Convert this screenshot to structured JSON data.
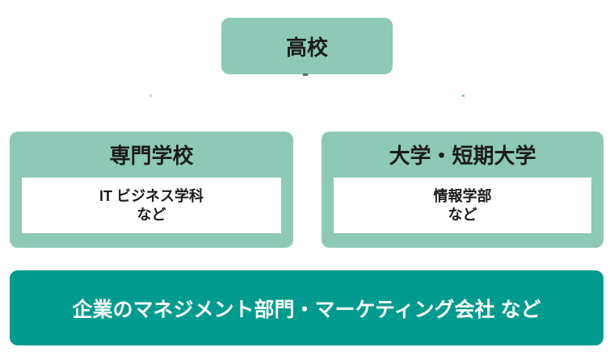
{
  "page": {
    "background_color": "#ffffff",
    "description_language": "ja"
  },
  "colors": {
    "box_light_green": "#8DC9B6",
    "box_teal": "#009B8E",
    "inner_box_white": "#FFFFFF",
    "text_dark": "#1B1B1B",
    "text_white": "#FFFFFF"
  },
  "diagram": {
    "top_box": {
      "label": "高校"
    },
    "middle_boxes": [
      {
        "title": "専門学校",
        "details": [
          "IT ビジネス学科",
          "など"
        ]
      },
      {
        "title": "大学・短期大学",
        "details": [
          "情報学部",
          "など"
        ]
      }
    ],
    "bottom_box": {
      "label": "企業のマネジメント部門・マーケティング会社 など"
    }
  }
}
